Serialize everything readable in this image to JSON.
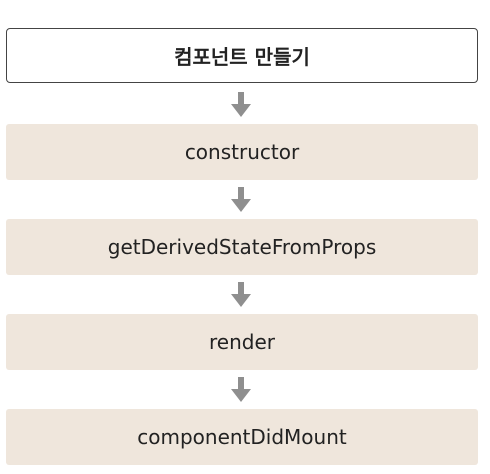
{
  "diagram": {
    "start": "컴포넌트 만들기",
    "steps": [
      "constructor",
      "getDerivedStateFromProps",
      "render",
      "componentDidMount"
    ]
  },
  "colors": {
    "step_fill": "#efe6dc",
    "start_border": "#444444",
    "arrow": "#8f8f8f",
    "text": "#222222"
  },
  "icons": {
    "connector": "arrow-down-icon"
  }
}
